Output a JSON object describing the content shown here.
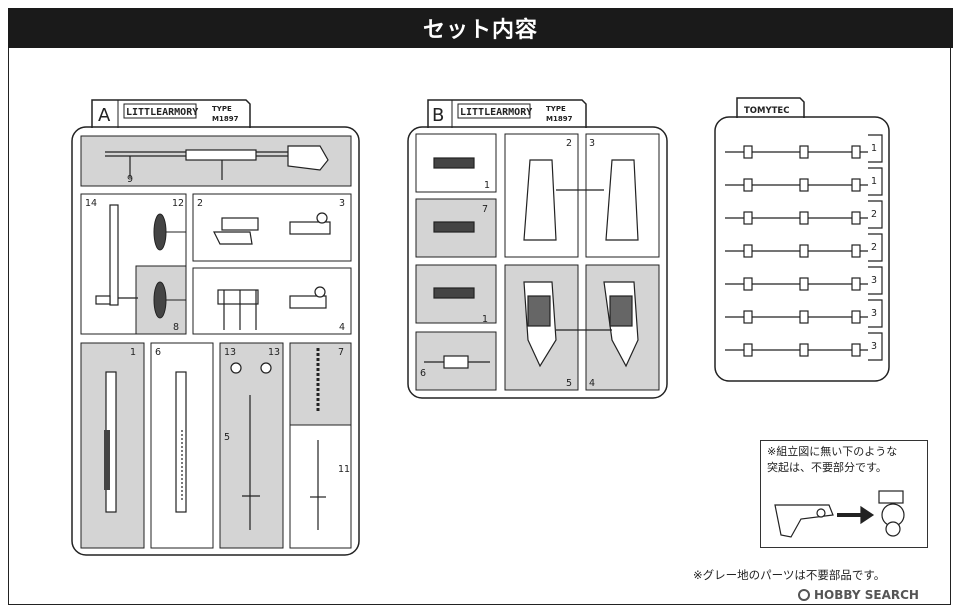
{
  "header": {
    "title": "セット内容"
  },
  "sprue_a": {
    "letter": "A",
    "brand": "LITTLEARMORY",
    "type_label": "TYPE",
    "type_value": "M1897",
    "part_numbers": [
      "9",
      "14",
      "12",
      "2",
      "3",
      "8",
      "4",
      "1",
      "6",
      "13",
      "13",
      "7",
      "5",
      "11"
    ]
  },
  "sprue_b": {
    "letter": "B",
    "brand": "LITTLEARMORY",
    "type_label": "TYPE",
    "type_value": "M1897",
    "part_numbers": [
      "1",
      "2",
      "3",
      "7",
      "1",
      "6",
      "5",
      "4"
    ]
  },
  "sprue_c": {
    "brand": "TOMYTEC",
    "part_numbers": [
      "1",
      "1",
      "2",
      "2",
      "3",
      "3",
      "3"
    ]
  },
  "note": {
    "lines": [
      "※組立図に無い下のような",
      "突起は、不要部分です。"
    ]
  },
  "footer_note": "※グレー地のパーツは不要部品です。",
  "watermark": "HOBBY SEARCH",
  "colors": {
    "header_bg": "#1a1a1a",
    "gray_area": "#d4d4d4",
    "line": "#222222"
  }
}
